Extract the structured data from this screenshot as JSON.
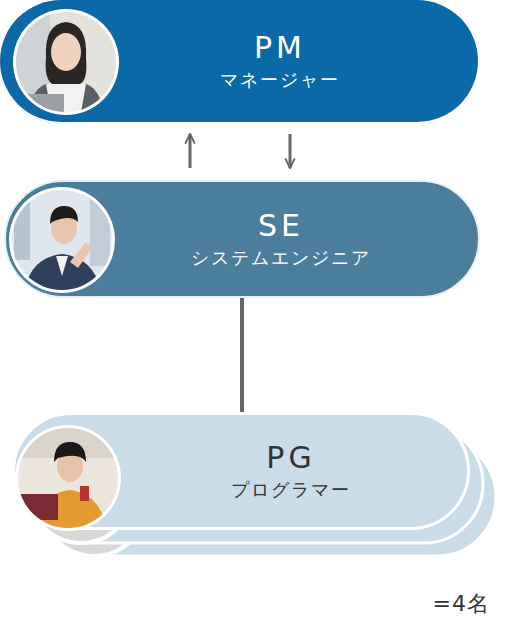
{
  "diagram": {
    "nodes": [
      {
        "text": [
          "PM",
          "マネージャー"
        ]
      },
      {
        "text": [
          "SE",
          "システムエンジニア"
        ]
      },
      {
        "text": [
          "PG",
          "プログラマー"
        ]
      }
    ],
    "edges": [
      {
        "from": 1,
        "to": 0,
        "arrow": "to"
      },
      {
        "from": 0,
        "to": 1,
        "arrow": "to"
      },
      {
        "from": 1,
        "to": 2,
        "arrow": "none"
      }
    ],
    "labels": [
      "=4名"
    ]
  }
}
